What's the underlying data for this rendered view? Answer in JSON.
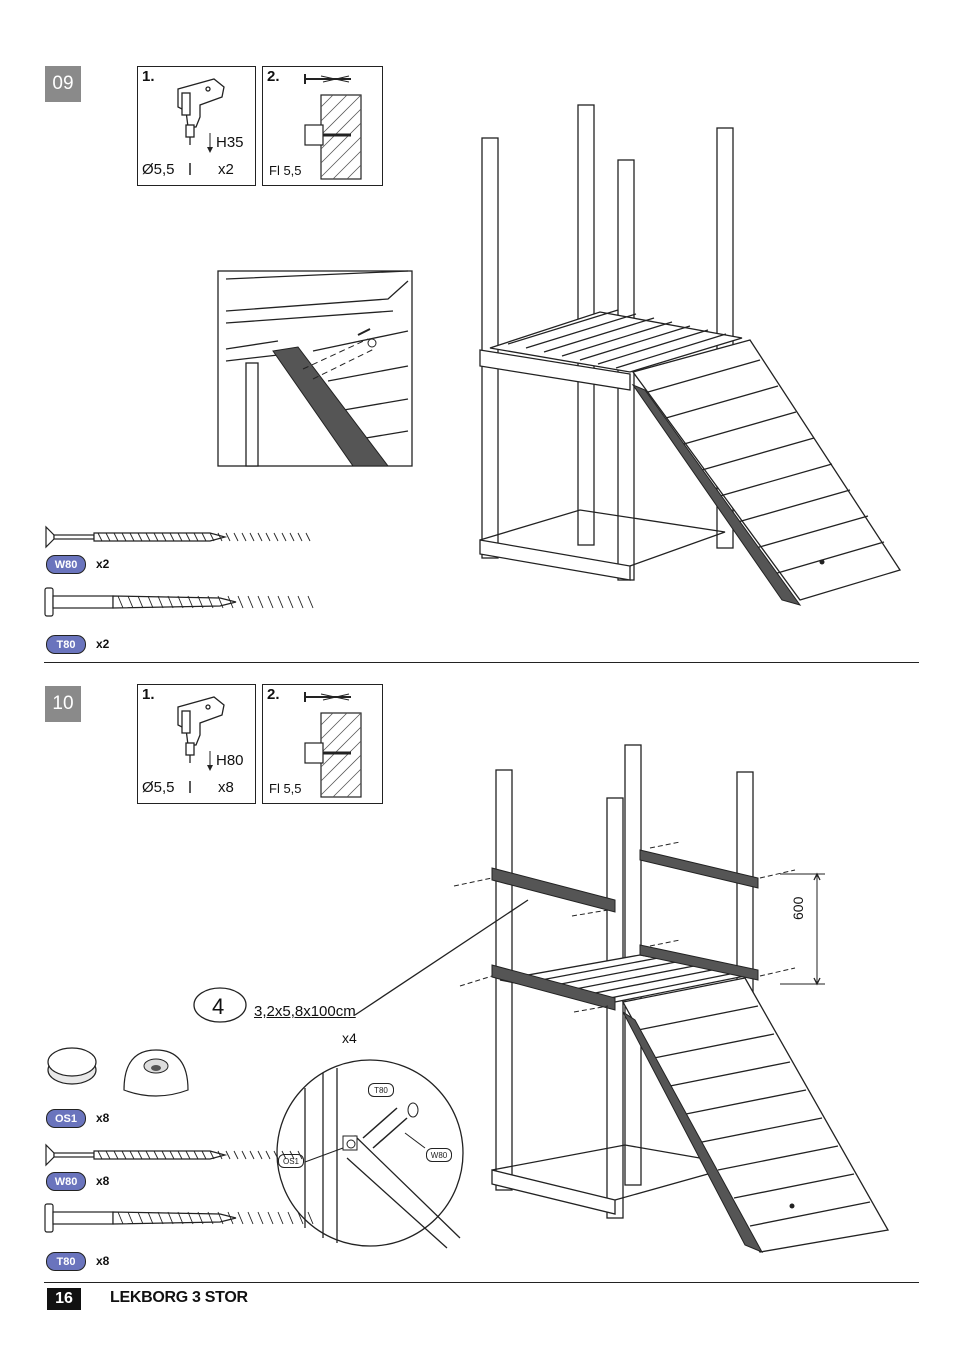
{
  "steps": [
    {
      "number": "09",
      "drill": {
        "index": "1.",
        "diameter": "Ø5,5",
        "depth": "H35",
        "count": "x2"
      },
      "screw": {
        "index": "2.",
        "code": "Fl 5,5"
      },
      "parts": [
        {
          "code": "W80",
          "qty": "x2"
        },
        {
          "code": "T80",
          "qty": "x2"
        }
      ]
    },
    {
      "number": "10",
      "drill": {
        "index": "1.",
        "diameter": "Ø5,5",
        "depth": "H80",
        "count": "x8"
      },
      "screw": {
        "index": "2.",
        "code": "Fl 5,5"
      },
      "beam": {
        "part_no": "4",
        "dims": "3,2x5,8x100cm",
        "qty": "x4"
      },
      "dimension": "600",
      "detail_labels": {
        "t80": "T80",
        "os1": "OS1",
        "w80": "W80"
      },
      "parts": [
        {
          "code": "OS1",
          "qty": "x8"
        },
        {
          "code": "W80",
          "qty": "x8"
        },
        {
          "code": "T80",
          "qty": "x8"
        }
      ]
    }
  ],
  "footer": {
    "page_number": "16",
    "title": "LEKBORG 3 STOR"
  }
}
